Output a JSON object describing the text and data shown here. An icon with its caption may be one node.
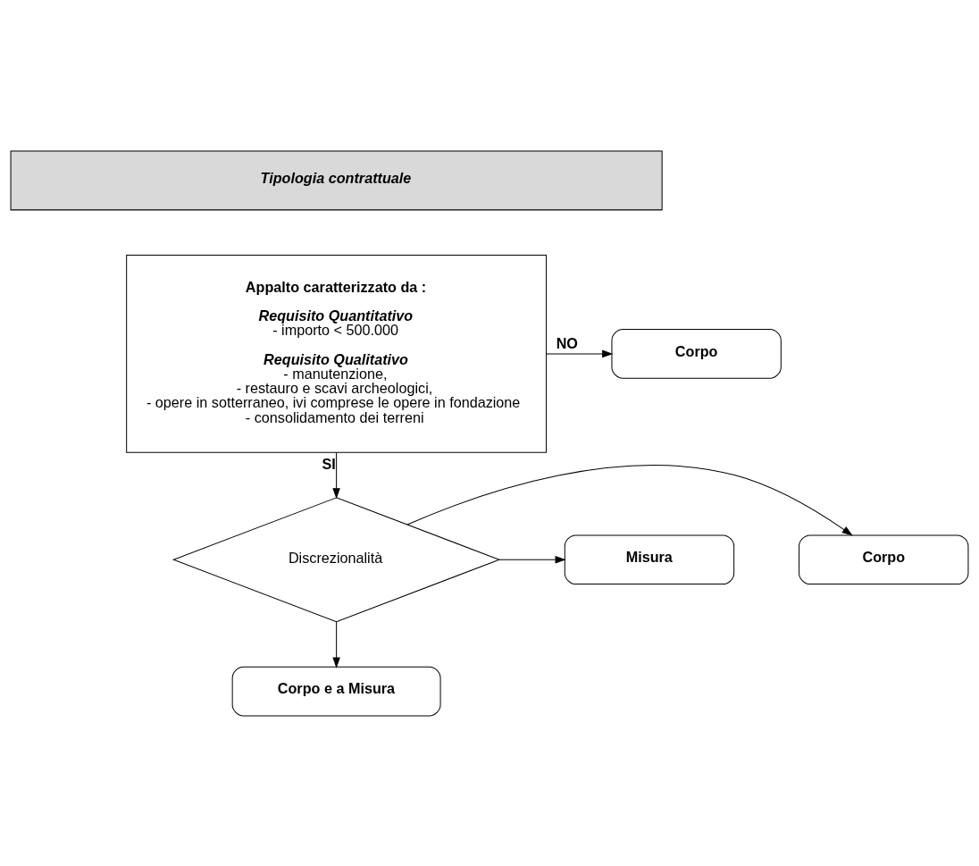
{
  "diagram": {
    "nodes": [
      {
        "text": [
          "Tipologia contrattuale"
        ]
      },
      {
        "text": [
          "Appalto caratterizzato da :",
          "Requisito Quantitativo",
          "- importo < 500.000",
          "Requisito Qualitativo",
          "- manutenzione,",
          "- restauro e scavi archeologici,",
          "- opere in sotterraneo, ivi comprese le opere in fondazione",
          "- consolidamento dei terreni"
        ]
      },
      {
        "text": [
          "Corpo"
        ]
      },
      {
        "text": [
          "Discrezionalità"
        ]
      },
      {
        "text": [
          "Corpo"
        ]
      },
      {
        "text": [
          "Misura"
        ]
      },
      {
        "text": [
          "Corpo e a Misura"
        ]
      }
    ],
    "edges": [
      {
        "from": 1,
        "to": 2,
        "arrow": "to",
        "label": "NO"
      },
      {
        "from": 1,
        "to": 3,
        "arrow": "to",
        "label": "SI"
      },
      {
        "from": 3,
        "to": 4,
        "arrow": "to"
      },
      {
        "from": 3,
        "to": 5,
        "arrow": "to"
      },
      {
        "from": 3,
        "to": 6,
        "arrow": "to"
      }
    ]
  }
}
